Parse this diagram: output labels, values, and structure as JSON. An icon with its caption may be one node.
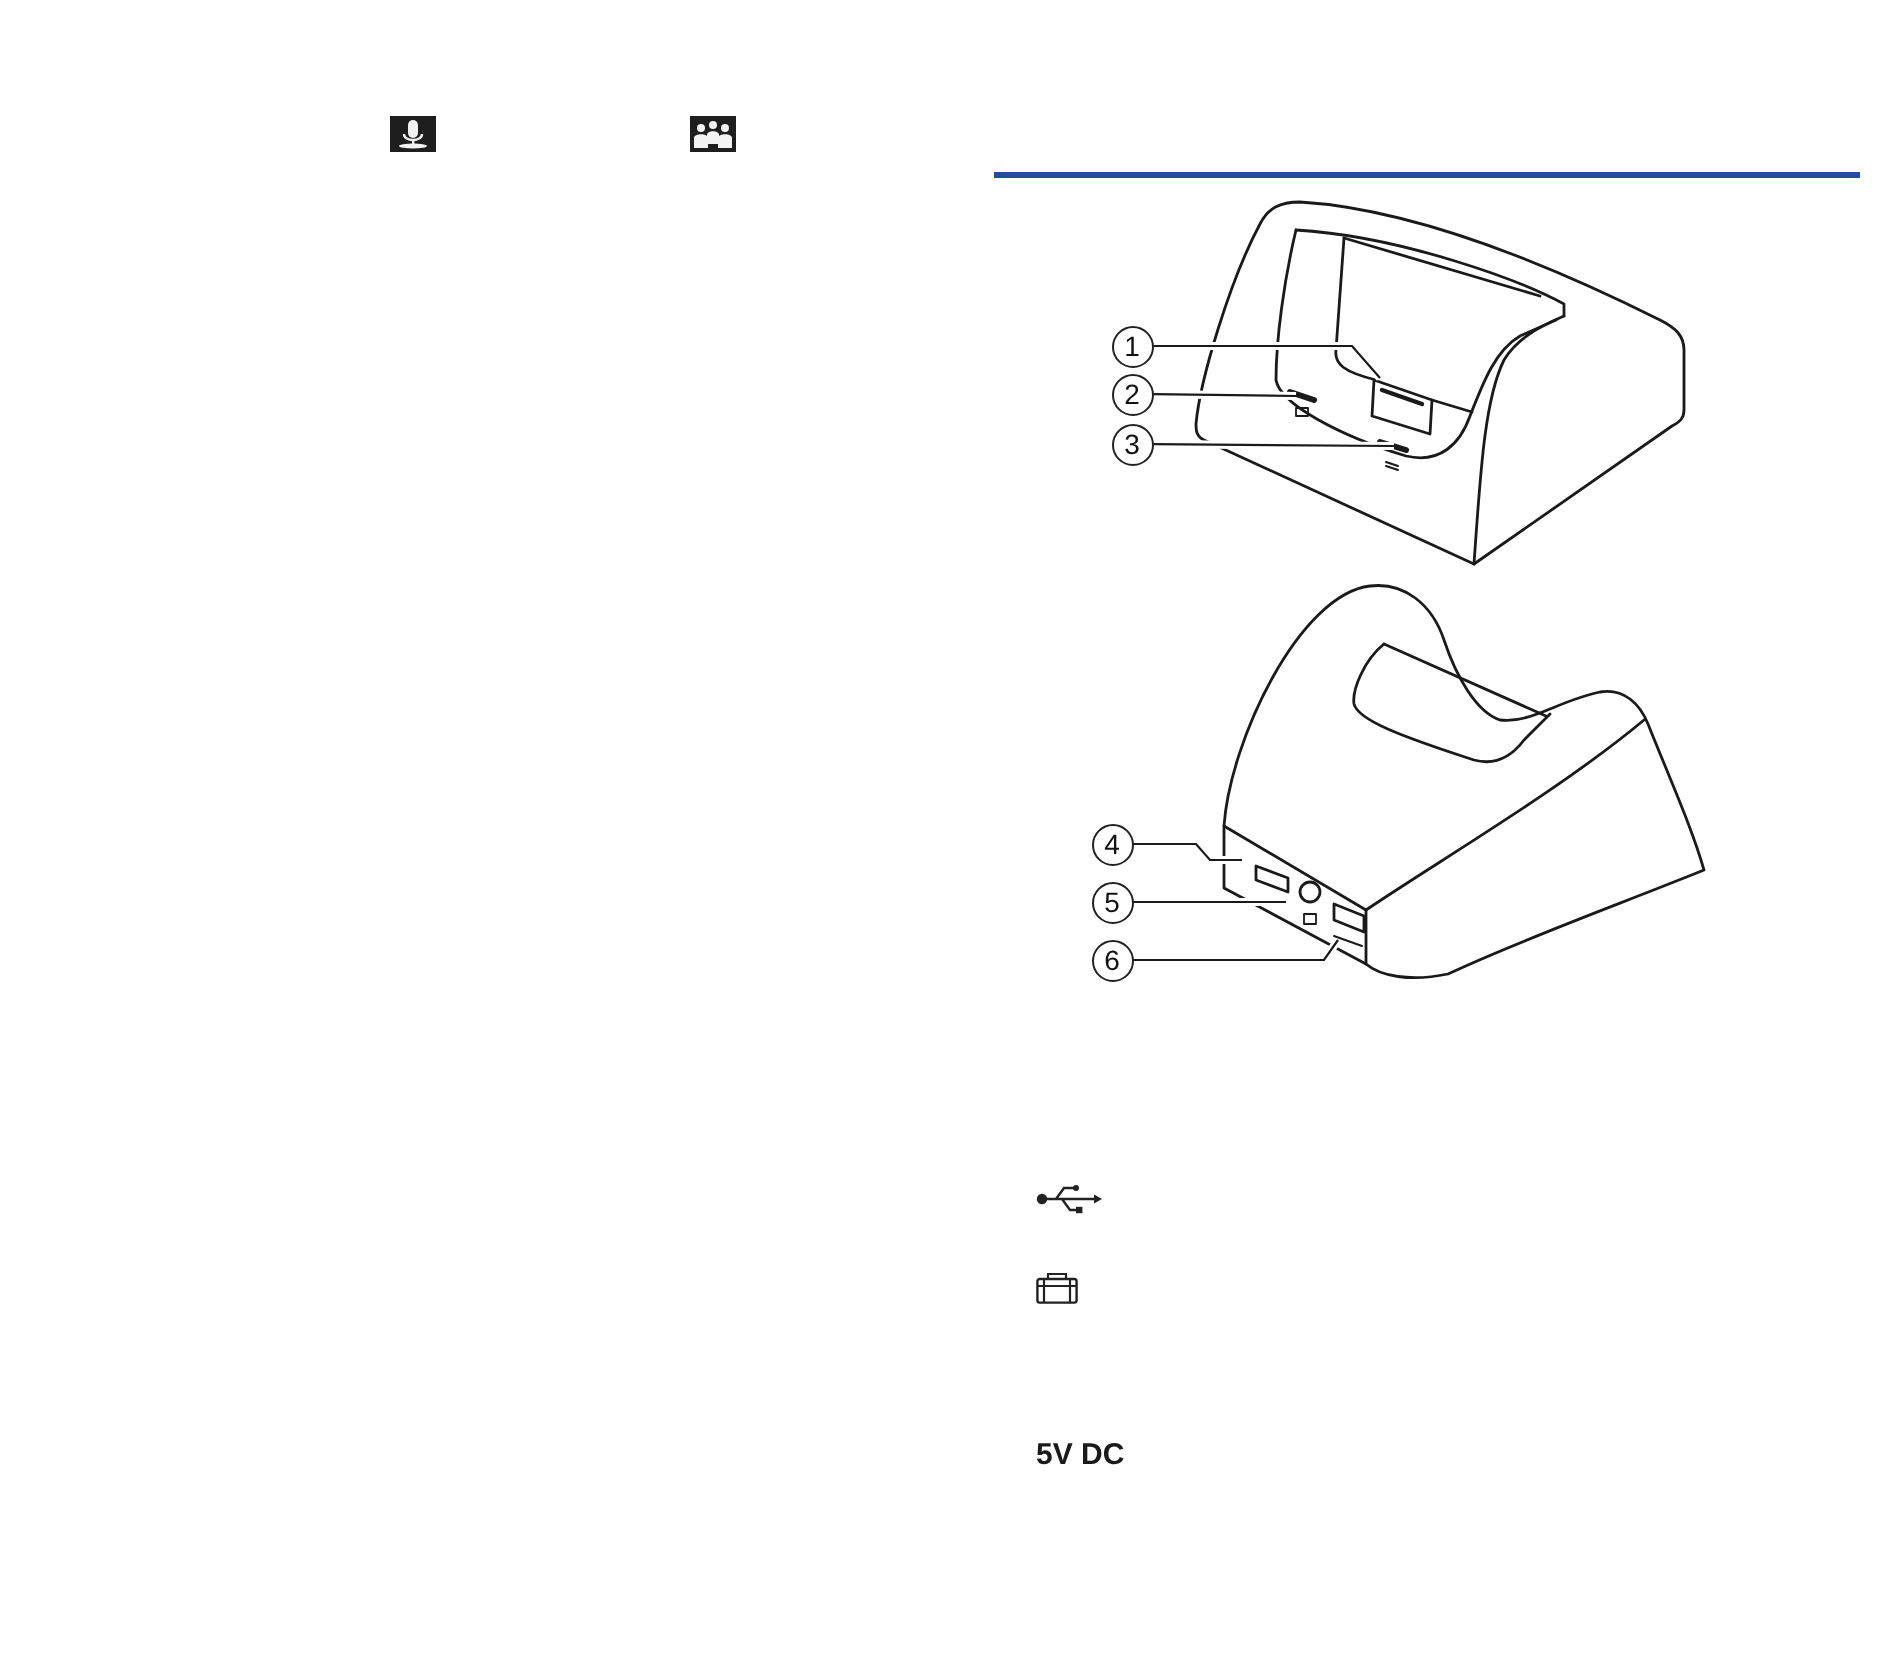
{
  "diagram": {
    "nodes": [
      {
        "text": [
          "1"
        ]
      },
      {
        "text": [
          "2"
        ]
      },
      {
        "text": [
          "3"
        ]
      },
      {
        "text": [
          "4"
        ]
      },
      {
        "text": [
          "5"
        ]
      },
      {
        "text": [
          "6"
        ]
      }
    ],
    "edges": [
      {
        "from": 0,
        "to": null,
        "arrow": "none"
      },
      {
        "from": 1,
        "to": null,
        "arrow": "none"
      },
      {
        "from": 2,
        "to": null,
        "arrow": "none"
      },
      {
        "from": 3,
        "to": null,
        "arrow": "none"
      },
      {
        "from": 4,
        "to": null,
        "arrow": "none"
      },
      {
        "from": 5,
        "to": null,
        "arrow": "none"
      }
    ],
    "labels": [
      "5V DC"
    ]
  }
}
